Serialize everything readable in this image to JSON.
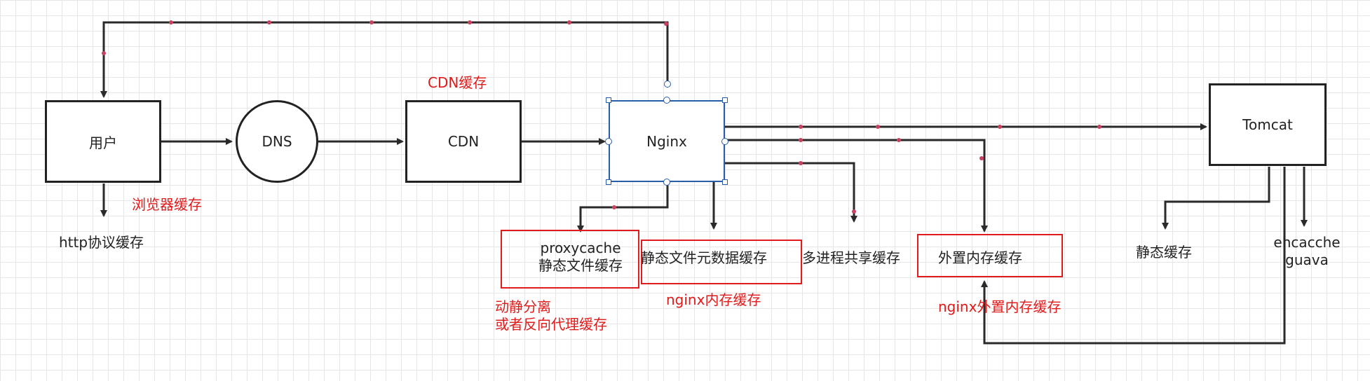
{
  "nodes": {
    "user": "用户",
    "dns": "DNS",
    "cdn": "CDN",
    "nginx": "Nginx",
    "tomcat": "Tomcat"
  },
  "labels": {
    "http_cache": "http协议缓存",
    "proxycache_line1": "proxycache",
    "proxycache_line2": "静态文件缓存",
    "static_meta_cache": "静态文件元数据缓存",
    "multi_process_cache": "多进程共享缓存",
    "external_memory_cache": "外置内存缓存",
    "static_cache": "静态缓存",
    "ehcache": "ehcacche",
    "guava": "guava"
  },
  "annotations": {
    "cdn_cache": "CDN缓存",
    "browser_cache": "浏览器缓存",
    "dynamic_static_line1": "动静分离",
    "dynamic_static_line2": "或者反向代理缓存",
    "nginx_memory_cache": "nginx内存缓存",
    "nginx_external_cache": "nginx外置内存缓存"
  },
  "colors": {
    "annotation": "#e01b1b",
    "selection": "#2a5da8",
    "edge": "#2a2a2a"
  }
}
